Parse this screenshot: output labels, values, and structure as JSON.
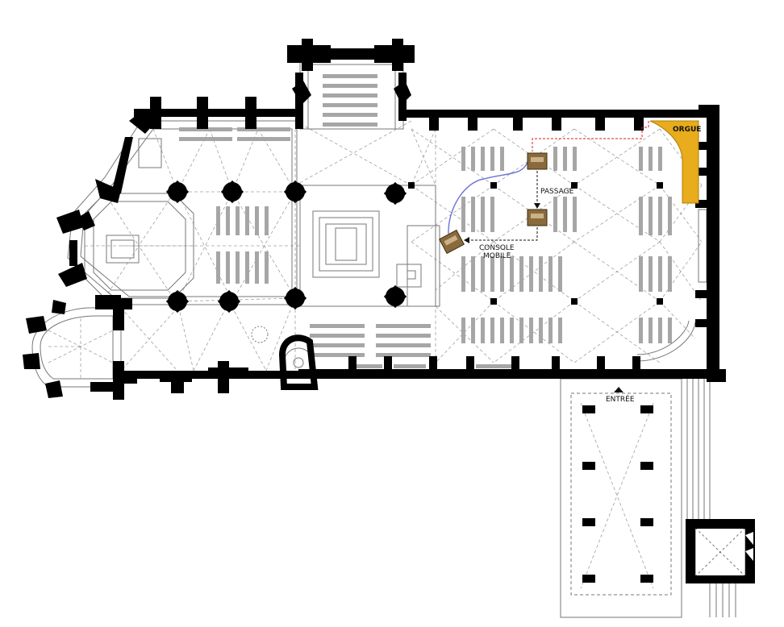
{
  "labels": {
    "organ": "ORGUE",
    "passage": "PASSAGE",
    "console_line1": "CONSOLE",
    "console_line2": "MOBILE",
    "entrance": "ENTRÉE"
  },
  "colors": {
    "wall": "#000000",
    "pew": "#a6a6a6",
    "vault_lines": "#9a9a9a",
    "organ_fill": "#e8ac1c",
    "console_wood": "#8a6a3c",
    "cable": "#6b72d6",
    "organ_route": "#d42020",
    "path_arrow": "#111111"
  }
}
